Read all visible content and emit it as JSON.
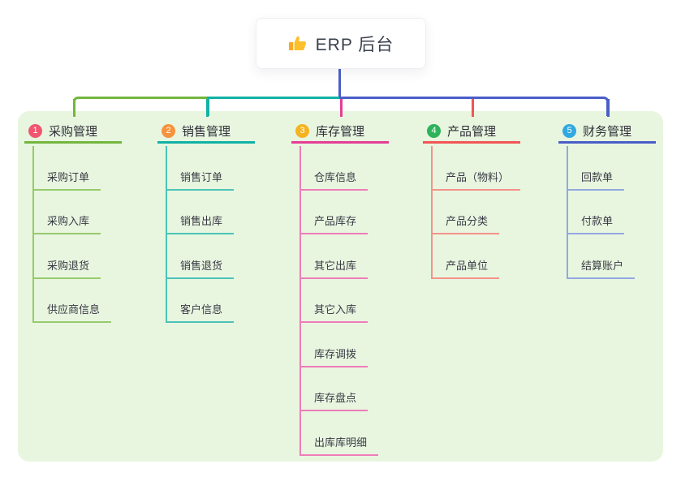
{
  "root": {
    "title": "ERP 后台",
    "icon": "thumbs-up-icon",
    "icon_color": "#f9bd2f"
  },
  "theme": {
    "canvas_bg": "#ffffff",
    "panel_bg": "#e8f6e0",
    "root_line": "#4a5ec8"
  },
  "branches": [
    {
      "badge": "1",
      "badge_color": "#f0566e",
      "line_color": "#74b63e",
      "child_line_color": "#97ca6c",
      "label": "采购管理",
      "children": [
        "采购订单",
        "采购入库",
        "采购退货",
        "供应商信息"
      ]
    },
    {
      "badge": "2",
      "badge_color": "#f7923e",
      "line_color": "#12b2a6",
      "child_line_color": "#4cc3b7",
      "label": "销售管理",
      "children": [
        "销售订单",
        "销售出库",
        "销售退货",
        "客户信息"
      ]
    },
    {
      "badge": "3",
      "badge_color": "#f5b31f",
      "line_color": "#e63d96",
      "child_line_color": "#ef7cb8",
      "label": "库存管理",
      "children": [
        "仓库信息",
        "产品库存",
        "其它出库",
        "其它入库",
        "库存调拨",
        "库存盘点",
        "出库库明细"
      ]
    },
    {
      "badge": "4",
      "badge_color": "#2db35a",
      "line_color": "#f25555",
      "child_line_color": "#f5928a",
      "label": "产品管理",
      "children": [
        "产品（物料）",
        "产品分类",
        "产品单位"
      ]
    },
    {
      "badge": "5",
      "badge_color": "#31a9e0",
      "line_color": "#4a5ec8",
      "child_line_color": "#93a8e0",
      "label": "财务管理",
      "children": [
        "回款单",
        "付款单",
        "结算账户"
      ]
    }
  ]
}
